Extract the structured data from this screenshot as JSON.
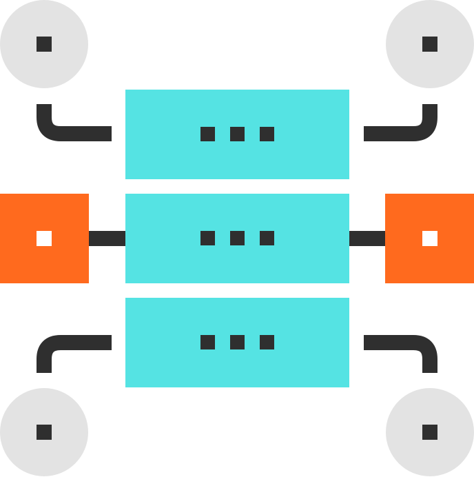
{
  "icon": {
    "name": "server-network-icon",
    "colors": {
      "server_rack": "#55e3e3",
      "node_circle": "#e3e3e3",
      "node_square": "#ff6a1e",
      "line": "#2f2f2f",
      "dot_on_orange": "#ffffff",
      "dot_on_gray": "#2f2f2f"
    },
    "server_units": [
      {
        "name": "server-unit-top",
        "indicator_dots": 3
      },
      {
        "name": "server-unit-middle",
        "indicator_dots": 3
      },
      {
        "name": "server-unit-bottom",
        "indicator_dots": 3
      }
    ],
    "nodes": [
      {
        "name": "node-top-left",
        "shape": "circle"
      },
      {
        "name": "node-top-right",
        "shape": "circle"
      },
      {
        "name": "node-middle-left",
        "shape": "square"
      },
      {
        "name": "node-middle-right",
        "shape": "square"
      },
      {
        "name": "node-bottom-left",
        "shape": "circle"
      },
      {
        "name": "node-bottom-right",
        "shape": "circle"
      }
    ]
  }
}
